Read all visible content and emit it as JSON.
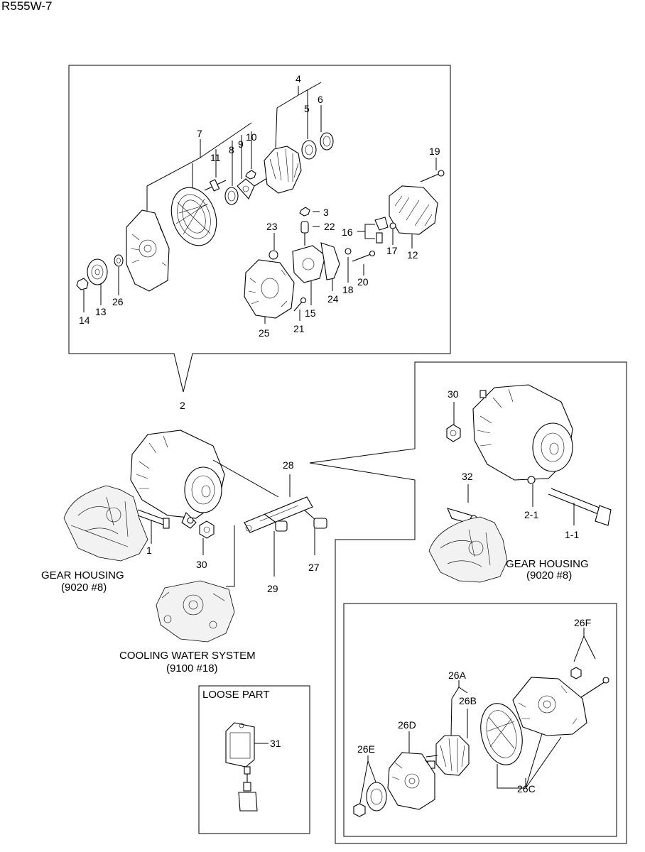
{
  "title": "R555W-7",
  "parts": {
    "p1": "1",
    "p1_1": "1-1",
    "p2": "2",
    "p2_1": "2-1",
    "p3": "3",
    "p4": "4",
    "p5": "5",
    "p6": "6",
    "p7": "7",
    "p8": "8",
    "p9": "9",
    "p10": "10",
    "p11": "11",
    "p12": "12",
    "p13": "13",
    "p14": "14",
    "p15": "15",
    "p16": "16",
    "p17": "17",
    "p18": "18",
    "p19": "19",
    "p20": "20",
    "p21": "21",
    "p22": "22",
    "p23": "23",
    "p24": "24",
    "p25": "25",
    "p26": "26",
    "p26a": "26A",
    "p26b": "26B",
    "p26c": "26C",
    "p26d": "26D",
    "p26e": "26E",
    "p26f": "26F",
    "p27": "27",
    "p28": "28",
    "p29": "29",
    "p30": "30",
    "p30b": "30",
    "p31": "31",
    "p32": "32"
  },
  "references": {
    "gear_housing_left": "GEAR HOUSING",
    "gear_housing_left_ref": "(9020 #8)",
    "gear_housing_right": "GEAR HOUSING",
    "gear_housing_right_ref": "(9020 #8)",
    "cooling_water": "COOLING WATER SYSTEM",
    "cooling_water_ref": "(9100 #18)",
    "loose_part": "LOOSE PART"
  }
}
